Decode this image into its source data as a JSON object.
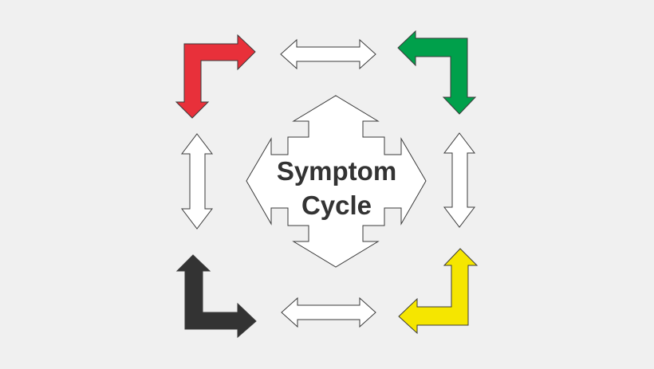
{
  "center_label": {
    "line1": "Symptom",
    "line2": "Cycle"
  },
  "corner_arrows": [
    {
      "position": "top-left",
      "color": "#e8303a",
      "icon": "elbow-arrow-right-down-icon"
    },
    {
      "position": "top-right",
      "color": "#00a04b",
      "icon": "elbow-arrow-left-down-icon"
    },
    {
      "position": "bottom-right",
      "color": "#f5e600",
      "icon": "elbow-arrow-left-up-icon"
    },
    {
      "position": "bottom-left",
      "color": "#333333",
      "icon": "elbow-arrow-up-right-icon"
    }
  ],
  "connector_arrows": [
    {
      "position": "top",
      "icon": "double-arrow-horizontal-icon"
    },
    {
      "position": "bottom",
      "icon": "double-arrow-horizontal-icon"
    },
    {
      "position": "left",
      "icon": "double-arrow-vertical-icon"
    },
    {
      "position": "right",
      "icon": "double-arrow-vertical-icon"
    }
  ],
  "colors": {
    "background": "#f0f0f0",
    "outline": "#3a3a3a",
    "hollow_fill": "#ffffff",
    "text": "#333333"
  }
}
